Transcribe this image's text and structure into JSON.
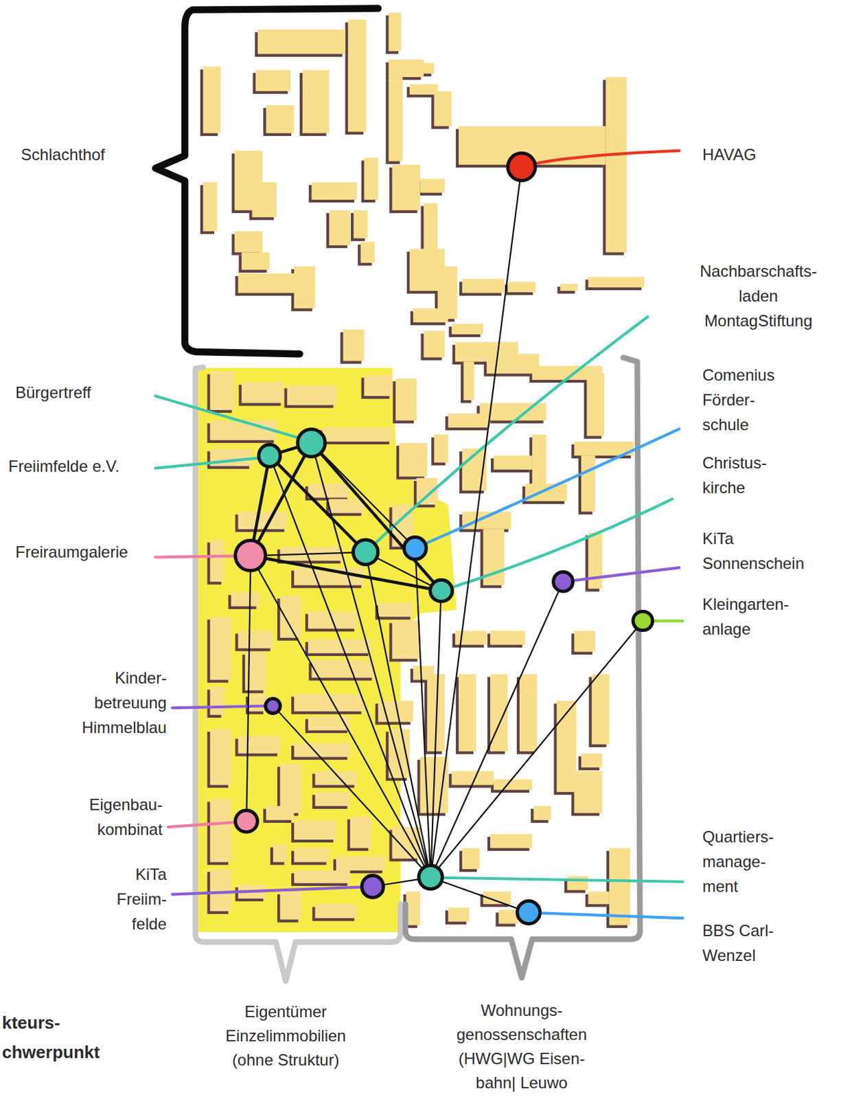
{
  "diagram": {
    "nodes": [
      {
        "text": [
          "HAVAG"
        ]
      },
      {
        "text": [
          "Bürgertreff"
        ]
      },
      {
        "text": [
          "Freiimfelde e.V."
        ]
      },
      {
        "text": [
          "Freiraumgalerie"
        ]
      },
      {
        "text": [
          "Nachbarschafts- laden MontagStiftung"
        ]
      },
      {
        "text": [
          "Comenius Förder- schule"
        ]
      },
      {
        "text": [
          "Christus- kirche"
        ]
      },
      {
        "text": [
          "KiTa Sonnenschein"
        ]
      },
      {
        "text": [
          "Kleingarten- anlage"
        ]
      },
      {
        "text": [
          "Kinder- betreuung Himmelblau"
        ]
      },
      {
        "text": [
          "Eigenbau- kombinat"
        ]
      },
      {
        "text": [
          "KiTa Freiim- felde"
        ]
      },
      {
        "text": [
          "Quartiers- manage- ment"
        ]
      },
      {
        "text": [
          "BBS Carl- Wenzel"
        ]
      }
    ],
    "edges": [
      {
        "from": 12,
        "to": 0,
        "arrow": "none"
      },
      {
        "from": 12,
        "to": 1,
        "arrow": "none"
      },
      {
        "from": 12,
        "to": 2,
        "arrow": "none"
      },
      {
        "from": 12,
        "to": 3,
        "arrow": "none"
      },
      {
        "from": 12,
        "to": 4,
        "arrow": "none"
      },
      {
        "from": 12,
        "to": 5,
        "arrow": "none"
      },
      {
        "from": 12,
        "to": 6,
        "arrow": "none"
      },
      {
        "from": 12,
        "to": 7,
        "arrow": "none"
      },
      {
        "from": 12,
        "to": 8,
        "arrow": "none"
      },
      {
        "from": 12,
        "to": 9,
        "arrow": "none"
      },
      {
        "from": 12,
        "to": 11,
        "arrow": "none"
      },
      {
        "from": 12,
        "to": 13,
        "arrow": "none"
      },
      {
        "from": 2,
        "to": 1,
        "arrow": "none"
      },
      {
        "from": 2,
        "to": 3,
        "arrow": "none"
      },
      {
        "from": 1,
        "to": 3,
        "arrow": "none"
      },
      {
        "from": 2,
        "to": 4,
        "arrow": "none"
      },
      {
        "from": 1,
        "to": 6,
        "arrow": "none"
      },
      {
        "from": 1,
        "to": 5,
        "arrow": "none"
      },
      {
        "from": 3,
        "to": 4,
        "arrow": "none"
      },
      {
        "from": 3,
        "to": 6,
        "arrow": "none"
      },
      {
        "from": 4,
        "to": 6,
        "arrow": "none"
      },
      {
        "from": 3,
        "to": 10,
        "arrow": "none"
      }
    ],
    "labels": [
      "Schlachthof",
      "Eigentümer Einzelimmobilien (ohne Struktur)",
      "Wohnungs- genossenschaften (HWG|WG Eisen- bahn| Leuwo",
      "kteurs- chwerpunkt"
    ]
  }
}
